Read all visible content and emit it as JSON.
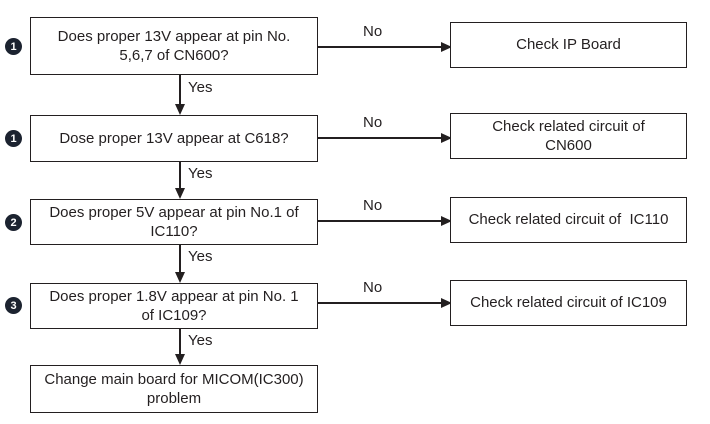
{
  "diagram": {
    "yes_label": "Yes",
    "no_label": "No",
    "steps": [
      {
        "marker": "1",
        "question": "Does proper 13V appear at pin No.\n5,6,7 of CN600?",
        "action": "Check IP Board"
      },
      {
        "marker": "1",
        "question": "Dose proper 13V appear at C618?",
        "action": "Check related circuit of\nCN600"
      },
      {
        "marker": "2",
        "question": "Does proper 5V appear at pin No.1 of\nIC110?",
        "action": "Check related circuit of  IC110"
      },
      {
        "marker": "3",
        "question": "Does proper 1.8V appear at pin No. 1\nof IC109?",
        "action": "Check related circuit of IC109"
      }
    ],
    "final_step": "Change main board for MICOM(IC300)\nproblem",
    "colors": {
      "line": "#231f20",
      "marker_bg": "#1c2330",
      "background": "#ffffff"
    }
  }
}
